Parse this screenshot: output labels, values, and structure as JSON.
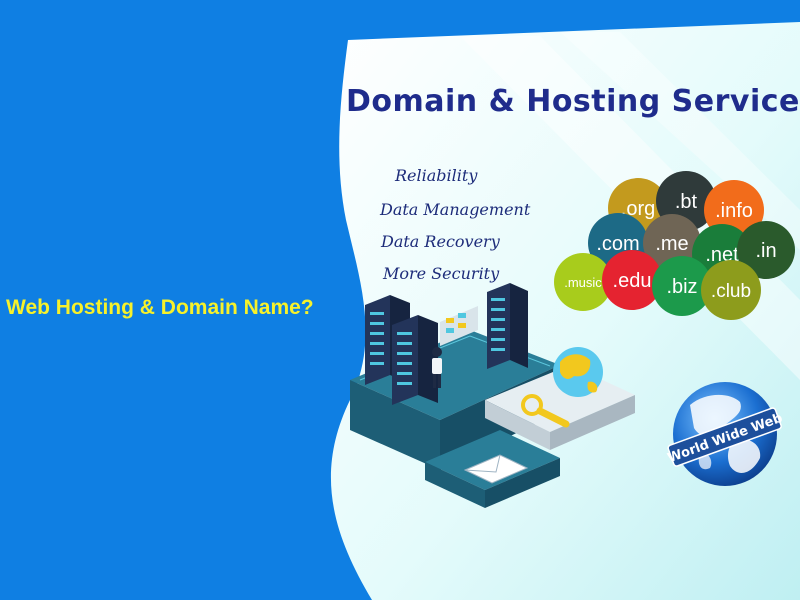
{
  "left_title": "Web Hosting & Domain Name?",
  "main_title": "Domain & Hosting Services",
  "features": [
    "Reliability",
    "Data Management",
    "Data Recovery",
    "More Security"
  ],
  "domains": [
    ".org",
    ".bt",
    ".info",
    ".com",
    ".me",
    ".net",
    ".in",
    ".music",
    ".edu",
    ".biz",
    ".club"
  ],
  "globe_badge": "World Wide Web",
  "colors": {
    "background_blue": "#0f7fe3",
    "title_yellow": "#f7f12a",
    "title_navy": "#1f2c8c",
    "teal": "#1d6a86"
  }
}
